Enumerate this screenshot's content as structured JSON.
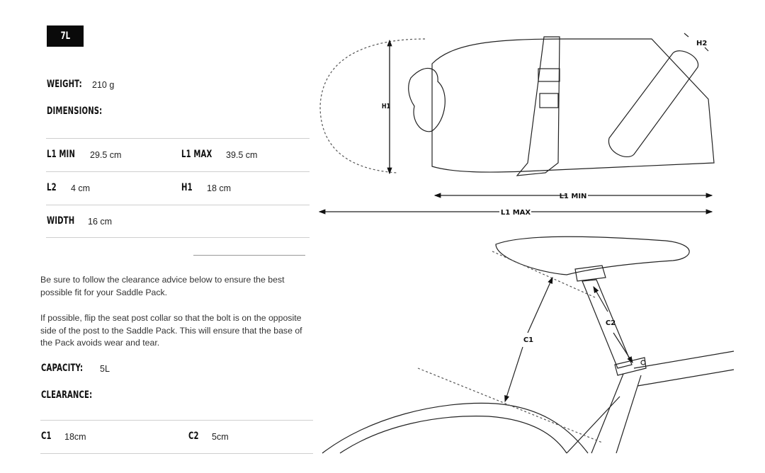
{
  "badge": "7L",
  "weight": {
    "label": "WEIGHT:",
    "value": "210 g"
  },
  "dimensions": {
    "label": "DIMENSIONS:",
    "rows": [
      [
        {
          "label": "L1 MIN",
          "value": "29.5 cm"
        },
        {
          "label": "L1 MAX",
          "value": "39.5 cm"
        }
      ],
      [
        {
          "label": "L2",
          "value": "4 cm"
        },
        {
          "label": "H1",
          "value": "18 cm"
        }
      ],
      [
        {
          "label": "WIDTH",
          "value": "16 cm"
        }
      ]
    ]
  },
  "advice": [
    "Be sure to follow the clearance advice below to ensure the best possible fit for your Saddle Pack.",
    "If possible, flip the seat post collar so that the bolt is on the opposite side of the post to the Saddle Pack. This will ensure that the base of the Pack avoids wear and tear."
  ],
  "capacity": {
    "label": "CAPACITY:",
    "value": "5L"
  },
  "clearance": {
    "label": "CLEARANCE:",
    "rows": [
      [
        {
          "label": "C1",
          "value": "18cm"
        },
        {
          "label": "C2",
          "value": "5cm"
        }
      ]
    ]
  },
  "diagram": {
    "h1": "H1",
    "h2": "H2",
    "l1_min": "L1 MIN",
    "l1_max": "L1 MAX",
    "c1": "C1",
    "c2": "C2"
  }
}
